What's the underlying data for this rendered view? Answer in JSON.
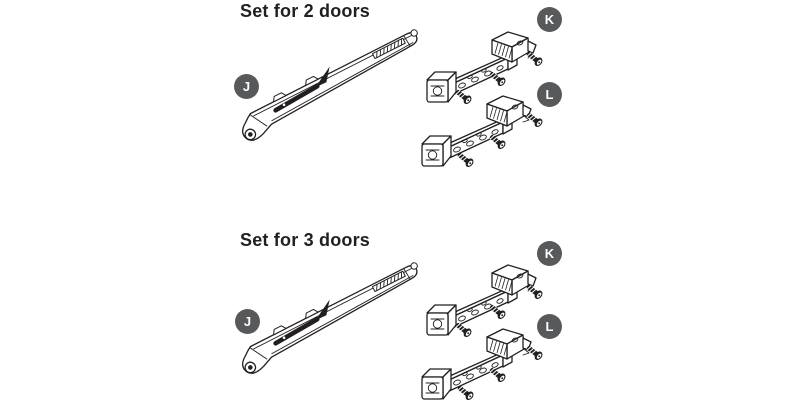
{
  "colors": {
    "background": "#ffffff",
    "line_art": "#231f20",
    "badge_fill": "#58595b",
    "badge_text": "#ffffff"
  },
  "sets": [
    {
      "title": "Set for 2 doors",
      "badges": {
        "rail": "J",
        "upper_bracket": "K",
        "lower_bracket": "L"
      }
    },
    {
      "title": "Set for 3 doors",
      "badges": {
        "rail": "J",
        "upper_bracket": "K",
        "lower_bracket": "L"
      }
    }
  ]
}
